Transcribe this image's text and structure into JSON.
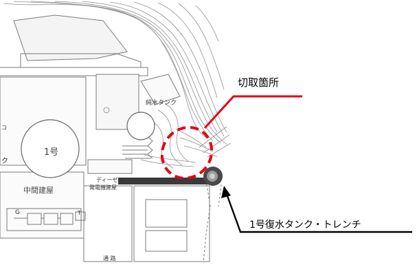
{
  "callouts": {
    "cut_area": "切取箇所",
    "trench": "1号復水タンク・トレンチ"
  },
  "map_labels": {
    "unit1": "1号",
    "condensate_tank": "純水タンク",
    "intermediate_building": "中間建屋",
    "diesel_line1": "ディーゼル",
    "diesel_line2": "発電機建屋",
    "ku": "ク",
    "g": "G",
    "t": "T",
    "ko": "コ",
    "tsuro": "通 路"
  },
  "colors": {
    "callout_line": "#e60012",
    "dashed_ellipse": "#e60012",
    "trench_bar": "#3a3a3a",
    "drawing_lines": "#8a8a8a"
  }
}
